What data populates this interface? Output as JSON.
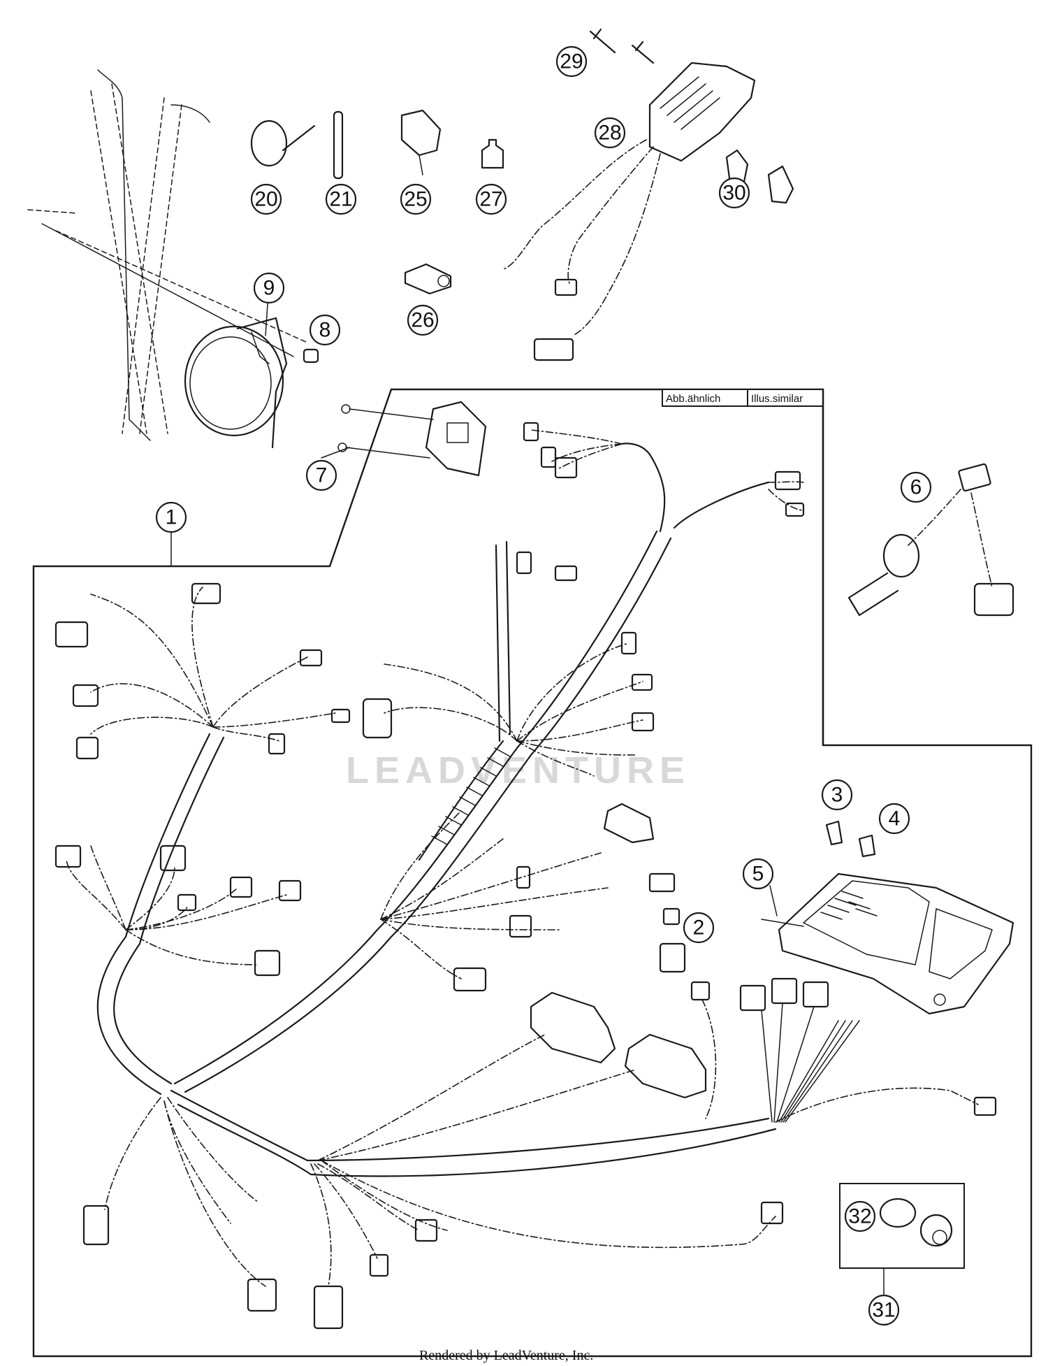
{
  "legend": {
    "left": "Abb.ähnlich",
    "right": "Illus.similar"
  },
  "watermark": "LEADVENTURE",
  "footer": "Rendered by LeadVenture, Inc.",
  "callouts": [
    "1",
    "2",
    "3",
    "4",
    "5",
    "6",
    "7",
    "8",
    "9",
    "20",
    "21",
    "25",
    "26",
    "27",
    "28",
    "29",
    "30",
    "31",
    "32"
  ]
}
